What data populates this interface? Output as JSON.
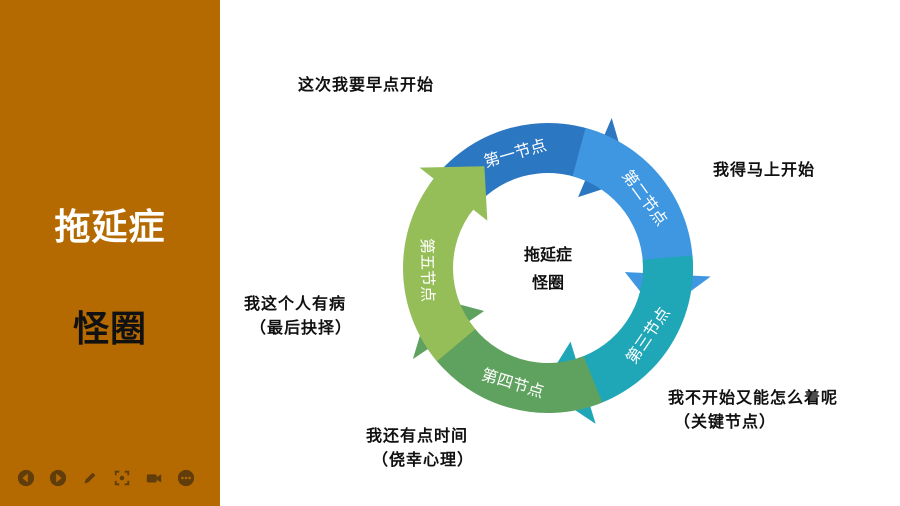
{
  "sidebar": {
    "title_line1": "拖延症",
    "title_line2": "怪圈",
    "toolbar": [
      "prev-icon",
      "next-icon",
      "pen-icon",
      "focus-icon",
      "camera-icon",
      "more-icon"
    ]
  },
  "diagram": {
    "center_line1": "拖延症",
    "center_line2": "怪圈",
    "segments": [
      {
        "label": "第一节点",
        "color": "#2c77c1"
      },
      {
        "label": "第二节点",
        "color": "#3f97e2"
      },
      {
        "label": "第三节点",
        "color": "#1fa6b7"
      },
      {
        "label": "第四节点",
        "color": "#5fa25f"
      },
      {
        "label": "第五节点",
        "color": "#96be58"
      }
    ],
    "annotations": {
      "a1": "这次我要早点开始",
      "a2": "我得马上开始",
      "a3_line1": "我不开始又能怎么着呢",
      "a3_line2": "（关键节点）",
      "a4_line1": "我还有点时间",
      "a4_line2": "（侥幸心理）",
      "a5_line1": "我这个人有病",
      "a5_line2": "（最后抉择）"
    }
  }
}
